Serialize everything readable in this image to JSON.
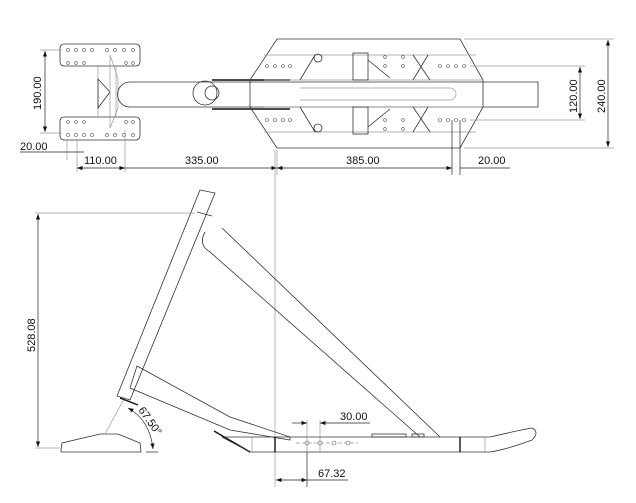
{
  "drawing": {
    "top_view": {
      "dimensions": {
        "height_outer_left": "190.00",
        "offset_left": "20.00",
        "span_a": "110.00",
        "span_b": "335.00",
        "span_c": "385.00",
        "offset_right": "20.00",
        "width_inner": "120.00",
        "width_outer": "240.00"
      }
    },
    "side_view": {
      "dimensions": {
        "height": "528.08",
        "angle": "67.50°",
        "hole_pitch": "30.00",
        "hole_offset": "67.32"
      }
    }
  }
}
